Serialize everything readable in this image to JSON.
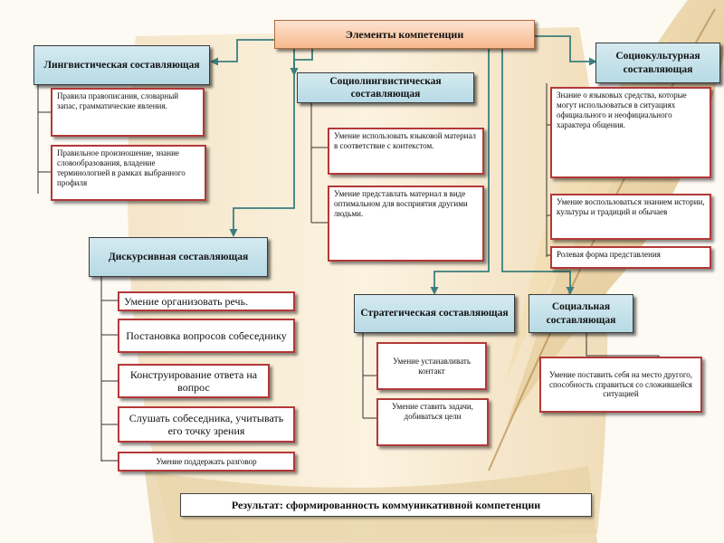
{
  "root": "Элементы компетенции",
  "linguistic": {
    "title": "Лингвистическая составляющая",
    "items": [
      "Правила правописания, словарный запас, грамматические явления.",
      "Правильное произношение, знание словообразования, владение терминологией в рамках выбранного профиля"
    ]
  },
  "sociolinguistic": {
    "title": "Социолингвистическая составляющая",
    "items": [
      "Умение использовать языковой материал в соответствие с контекстом.",
      "Умение представлать материал в виде оптимальном для восприятия другими людьми."
    ]
  },
  "sociocultural": {
    "title": "Социокультурная составляющая",
    "items": [
      "Знание о языковых средства, которые могут использоваться в ситуациях официального и неофициального характера общения.",
      "Умение воспользоваться знанием истории, культуры и традиций и обычаев",
      "Ролевая форма представления"
    ]
  },
  "discursive": {
    "title": "Дискурсивная составляющая",
    "items": [
      "Умение организовать речь.",
      "Постановка вопросов собеседнику",
      "Конструирование ответа на вопрос",
      "Слушать собеседника, учитывать его точку зрения",
      "Умение поддержать разговор"
    ]
  },
  "strategic": {
    "title": "Стратегическая составляющая",
    "items": [
      "Умение устанавливать контакт",
      "Умение ставить задачи, добиваться цели"
    ]
  },
  "social": {
    "title": "Социальная составляющая",
    "items": [
      "Умение поставить себя на место другого, способность справиться со сложившейся ситуацией"
    ]
  },
  "result": "Результат: сформированность коммуникативной компетенции"
}
